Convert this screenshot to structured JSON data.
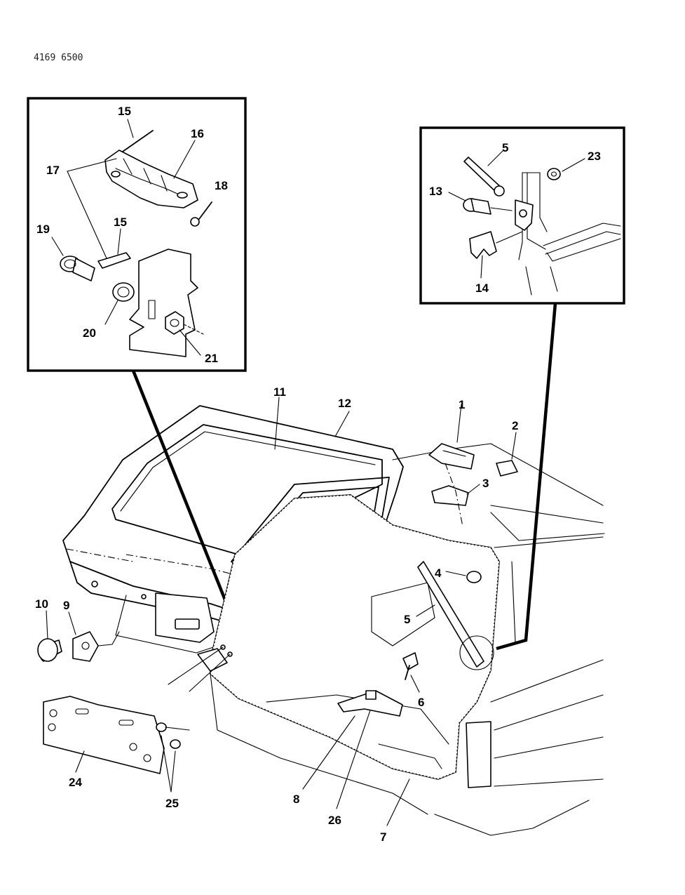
{
  "drawing": {
    "reference_number": "4169 6500"
  },
  "callouts": {
    "c1": "1",
    "c2": "2",
    "c3": "3",
    "c4": "4",
    "c5": "5",
    "c5b": "5",
    "c6": "6",
    "c7": "7",
    "c8": "8",
    "c9": "9",
    "c10": "10",
    "c11": "11",
    "c12": "12",
    "c13": "13",
    "c14": "14",
    "c15": "15",
    "c15b": "15",
    "c16": "16",
    "c17": "17",
    "c18": "18",
    "c19": "19",
    "c20": "20",
    "c21": "21",
    "c23": "23",
    "c24": "24",
    "c25": "25",
    "c26": "26"
  }
}
